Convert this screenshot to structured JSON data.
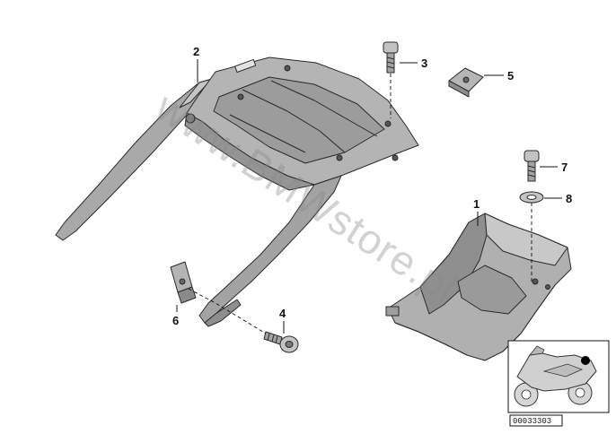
{
  "diagram": {
    "callouts": [
      {
        "id": "callout-1",
        "label": "1"
      },
      {
        "id": "callout-2",
        "label": "2"
      },
      {
        "id": "callout-3",
        "label": "3"
      },
      {
        "id": "callout-4",
        "label": "4"
      },
      {
        "id": "callout-5",
        "label": "5"
      },
      {
        "id": "callout-6",
        "label": "6"
      },
      {
        "id": "callout-7",
        "label": "7"
      },
      {
        "id": "callout-8",
        "label": "8"
      }
    ],
    "watermark": "www.BMWstore.pl",
    "thumbnail_code": "00033303",
    "colors": {
      "part_fill": "#a9a9a9",
      "part_dark": "#7c7c7c",
      "part_light": "#c9c9c9",
      "line": "#111111",
      "marker": "#000000"
    }
  }
}
